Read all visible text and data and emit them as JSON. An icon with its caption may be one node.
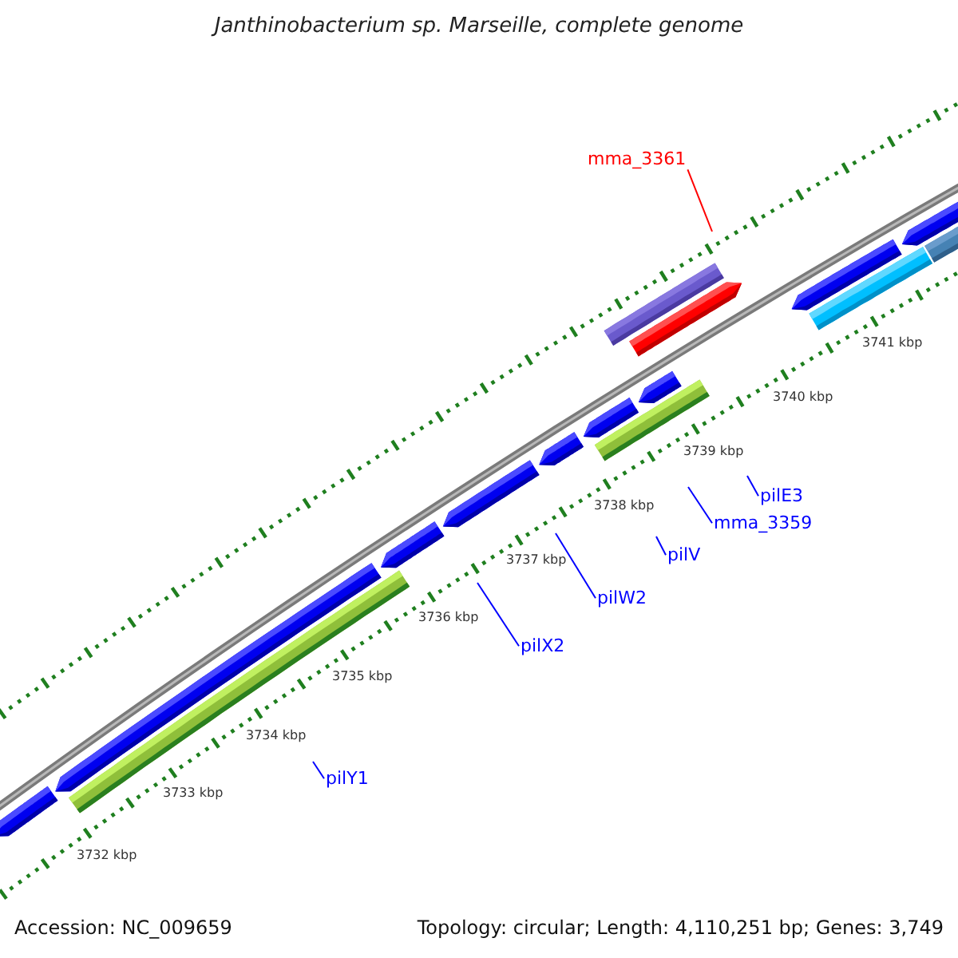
{
  "diagram": {
    "title": "Janthinobacterium sp. Marseille, complete genome",
    "nodes": [
      {
        "text": [
          "mma_3361"
        ]
      },
      {
        "text": [
          "pilE3"
        ]
      },
      {
        "text": [
          "mma_3359"
        ]
      },
      {
        "text": [
          "pilV"
        ]
      },
      {
        "text": [
          "pilW2"
        ]
      },
      {
        "text": [
          "pilX2"
        ]
      },
      {
        "text": [
          "pilY1"
        ]
      }
    ],
    "edges": [
      {
        "from": 0,
        "to": null,
        "arrow": "none",
        "color": "#ff0000"
      },
      {
        "from": 1,
        "to": null,
        "arrow": "none"
      },
      {
        "from": 2,
        "to": null,
        "arrow": "none"
      },
      {
        "from": 3,
        "to": null,
        "arrow": "none"
      },
      {
        "from": 4,
        "to": null,
        "arrow": "none"
      },
      {
        "from": 5,
        "to": null,
        "arrow": "none"
      },
      {
        "from": 6,
        "to": null,
        "arrow": "none"
      }
    ],
    "labels": [
      "3741 kbp",
      "3740 kbp",
      "3739 kbp",
      "3738 kbp",
      "3737 kbp",
      "3736 kbp",
      "3735 kbp",
      "3734 kbp",
      "3733 kbp",
      "3732 kbp",
      "Accession: NC_009659",
      "Topology: circular; Length: 4,110,251 bp; Genes: 3,749"
    ]
  }
}
